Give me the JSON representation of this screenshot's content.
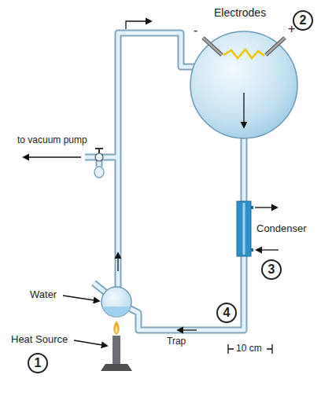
{
  "diagram": {
    "nodes": [
      {
        "text": [
          "2"
        ]
      },
      {
        "text": [
          "3"
        ]
      },
      {
        "text": [
          "4"
        ]
      },
      {
        "text": [
          "1"
        ]
      }
    ],
    "labels": [
      "Electrodes",
      "-",
      "+",
      "to vacuum pump",
      "Condenser",
      "Water",
      "Trap",
      "Heat Source",
      "10 cm"
    ]
  }
}
